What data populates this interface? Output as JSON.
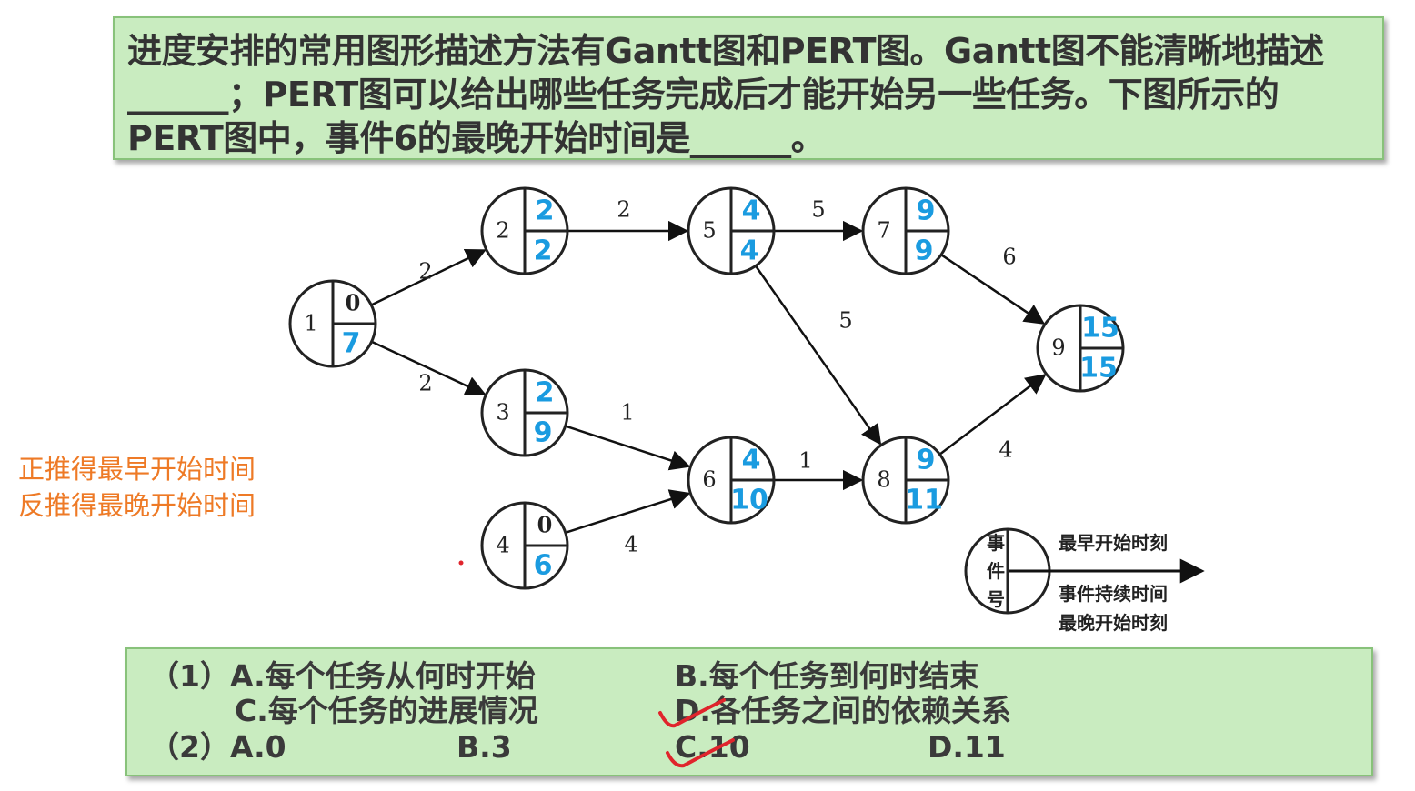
{
  "question": {
    "line1": "进度安排的常用图形描述方法有Gantt图和PERT图。Gantt图不能清晰地描述",
    "line2": "______；PERT图可以给出哪些任务完成后才能开始另一些任务。下图所示的",
    "line3": "PERT图中，事件6的最晚开始时间是______。"
  },
  "side_note": {
    "line1": "正推得最早开始时间",
    "line2": "反推得最晚开始时间"
  },
  "nodes": [
    {
      "id": "1",
      "earliest": "0",
      "latest": "7"
    },
    {
      "id": "2",
      "earliest": "2",
      "latest": "2"
    },
    {
      "id": "3",
      "earliest": "2",
      "latest": "9"
    },
    {
      "id": "4",
      "earliest": "0",
      "latest": "6"
    },
    {
      "id": "5",
      "earliest": "4",
      "latest": "4"
    },
    {
      "id": "6",
      "earliest": "4",
      "latest": "10"
    },
    {
      "id": "7",
      "earliest": "9",
      "latest": "9"
    },
    {
      "id": "8",
      "earliest": "9",
      "latest": "11"
    },
    {
      "id": "9",
      "earliest": "15",
      "latest": "15"
    }
  ],
  "edges": [
    {
      "from": "1",
      "to": "2",
      "label": "2"
    },
    {
      "from": "1",
      "to": "3",
      "label": "2"
    },
    {
      "from": "2",
      "to": "5",
      "label": "2"
    },
    {
      "from": "3",
      "to": "6",
      "label": "1"
    },
    {
      "from": "4",
      "to": "6",
      "label": "4"
    },
    {
      "from": "5",
      "to": "7",
      "label": "5"
    },
    {
      "from": "5",
      "to": "8",
      "label": "5"
    },
    {
      "from": "6",
      "to": "8",
      "label": "1"
    },
    {
      "from": "7",
      "to": "9",
      "label": "6"
    },
    {
      "from": "8",
      "to": "9",
      "label": "4"
    }
  ],
  "legend": {
    "c1": "事",
    "c2": "件",
    "c3": "号",
    "earliest": "最早开始时刻",
    "duration": "事件持续时间",
    "latest": "最晚开始时刻"
  },
  "options": {
    "q1_prefix": "（1）A.每个任务从何时开始",
    "q1_b": "B.每个任务到何时结束",
    "q1_c": "C.每个任务的进展情况",
    "q1_d": "D.各任务之间的依赖关系",
    "q2_prefix": "（2）A.0",
    "q2_b": "B.3",
    "q2_c": "C.10",
    "q2_d": "D.11"
  },
  "colors": {
    "answer_blue": "#1a9be0",
    "note_orange": "#ee7a26",
    "check_red": "#e0242c",
    "box_green": "#c9ecc0"
  }
}
